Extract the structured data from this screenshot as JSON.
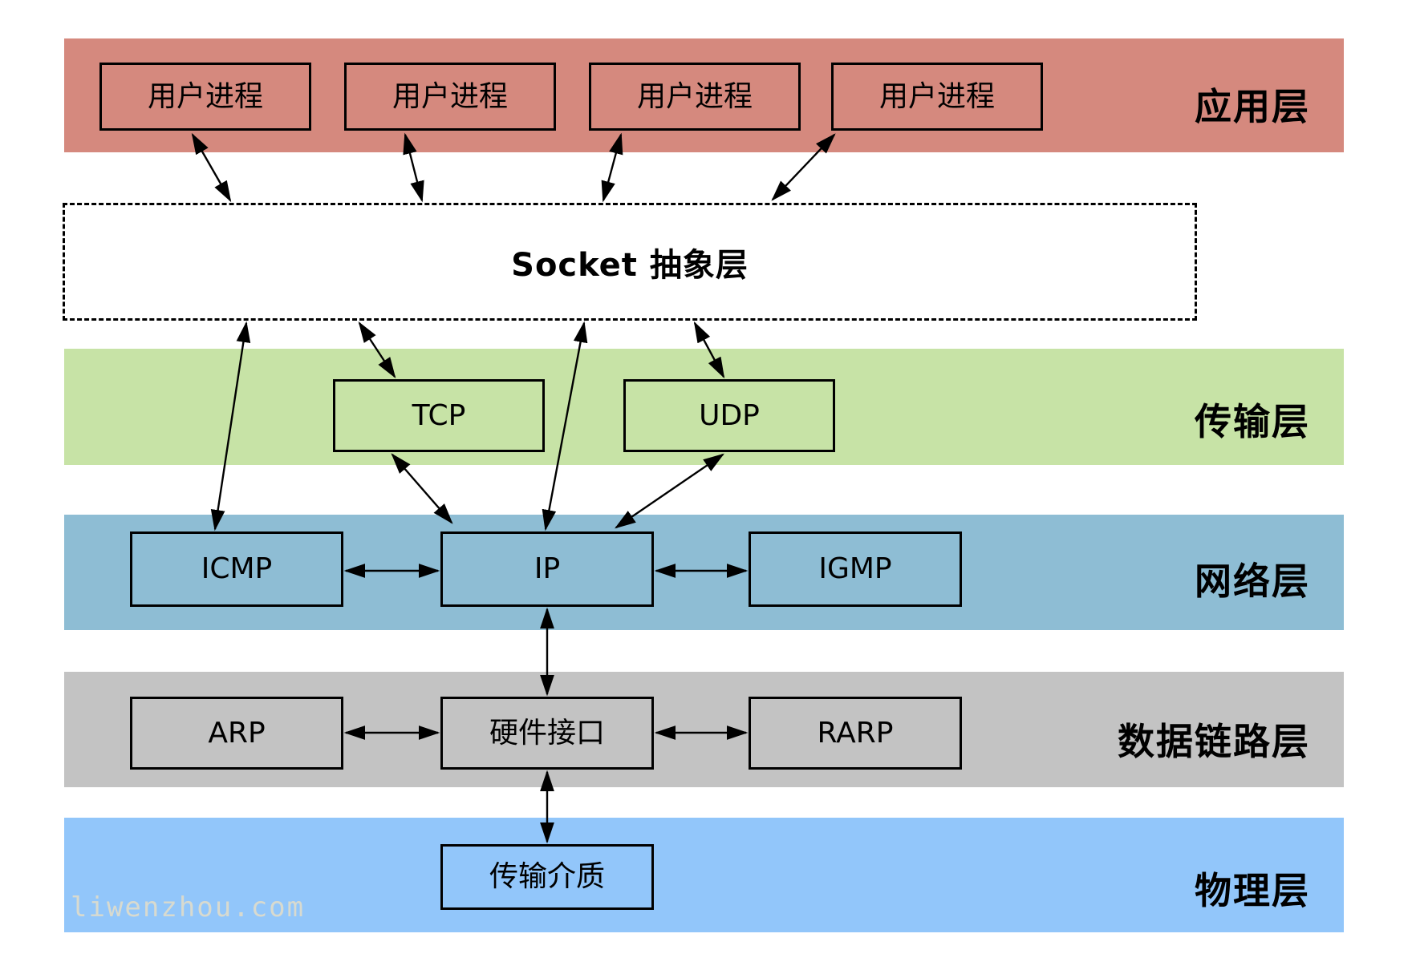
{
  "diagram": {
    "watermark": "liwenzhou.com",
    "colors": {
      "application_band": "#d5897e",
      "transport_band": "#c7e3a6",
      "network_band": "#8ebdd4",
      "datalink_band": "#c3c3c3",
      "physical_band": "#92c6fa",
      "arrow": "#000000"
    },
    "layers": {
      "application": {
        "label": "应用层",
        "boxes": [
          "用户进程",
          "用户进程",
          "用户进程",
          "用户进程"
        ]
      },
      "socket": {
        "label": "Socket 抽象层"
      },
      "transport": {
        "label": "传输层",
        "boxes": [
          "TCP",
          "UDP"
        ]
      },
      "network": {
        "label": "网络层",
        "boxes": [
          "ICMP",
          "IP",
          "IGMP"
        ]
      },
      "datalink": {
        "label": "数据链路层",
        "boxes": [
          "ARP",
          "硬件接口",
          "RARP"
        ]
      },
      "physical": {
        "label": "物理层",
        "boxes": [
          "传输介质"
        ]
      }
    }
  }
}
